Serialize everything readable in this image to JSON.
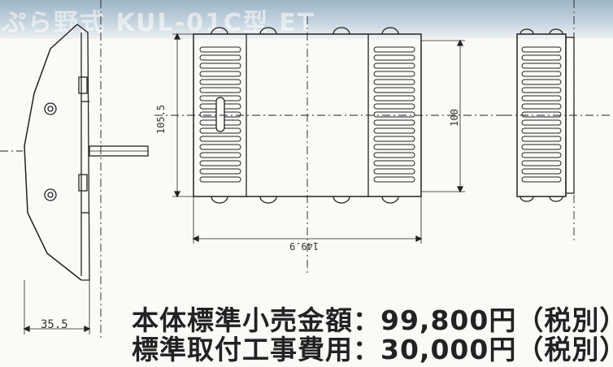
{
  "banner": {
    "text": "ぷら野式 KUL-01C型 ET"
  },
  "dimensions": {
    "depth": "35.5",
    "width": "149.9",
    "height_outer": "105.5",
    "height_inner": "100"
  },
  "pricing": {
    "line1": "本体標準小売金額：99,800円（税別）",
    "line2": "標準取付工事費用：30,000円（税別）"
  }
}
